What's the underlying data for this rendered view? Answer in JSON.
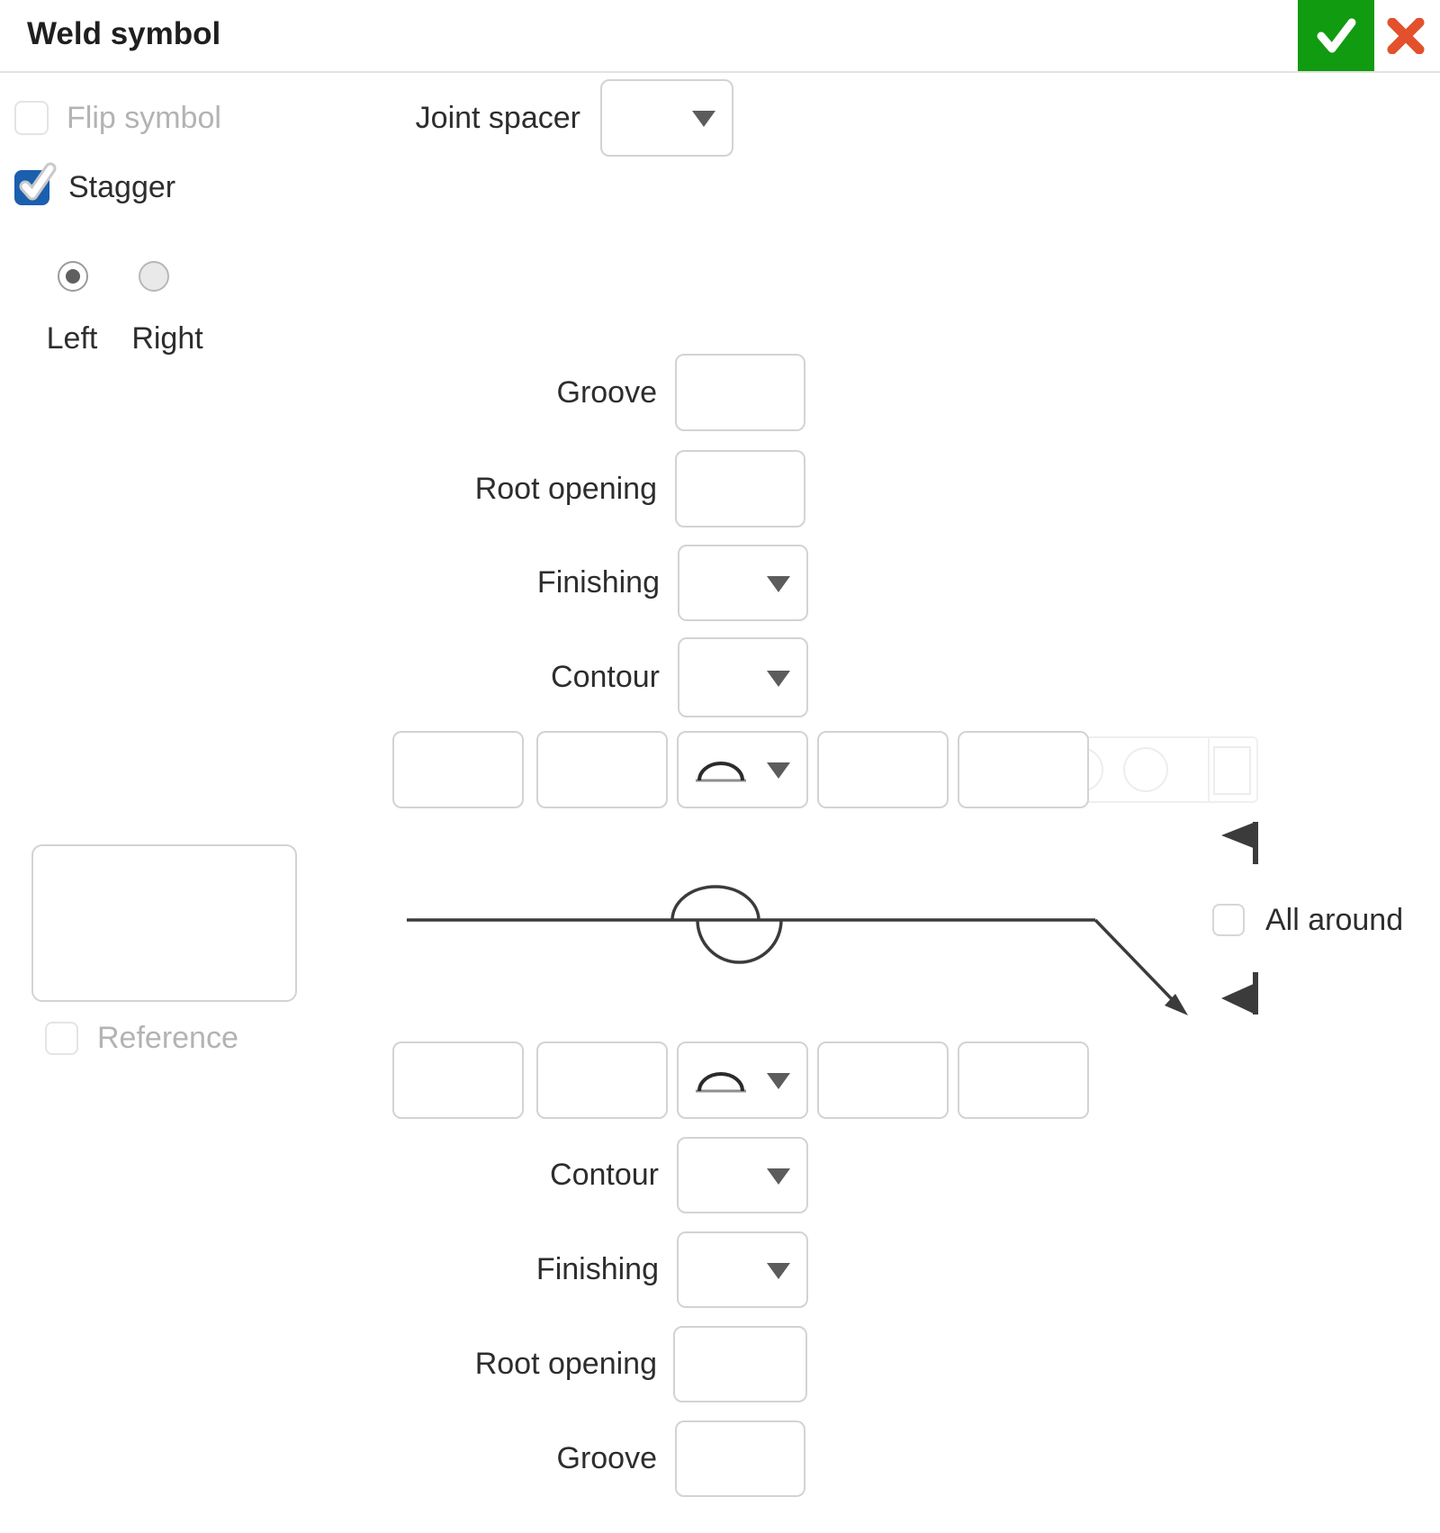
{
  "header": {
    "title": "Weld symbol",
    "confirm_icon": "check-icon",
    "close_icon": "close-icon",
    "confirm_color": "#119b11",
    "close_color": "#e2512b"
  },
  "options": {
    "flip_symbol": {
      "label": "Flip symbol",
      "checked": false,
      "disabled": true
    },
    "joint_spacer": {
      "label": "Joint spacer",
      "value": ""
    },
    "stagger": {
      "label": "Stagger",
      "checked": true,
      "accent": "#1b5faf"
    },
    "side": {
      "options": [
        {
          "label": "Left",
          "selected": true
        },
        {
          "label": "Right",
          "selected": false
        }
      ]
    }
  },
  "upper_fields": [
    {
      "label": "Groove",
      "type": "input",
      "value": ""
    },
    {
      "label": "Root opening",
      "type": "input",
      "value": ""
    },
    {
      "label": "Finishing",
      "type": "select",
      "value": ""
    },
    {
      "label": "Contour",
      "type": "select",
      "value": ""
    }
  ],
  "upper_symbol_row": {
    "values": [
      "",
      "",
      "",
      "",
      ""
    ],
    "selected_symbol": "dome-weld-symbol"
  },
  "drawing": {
    "all_around": {
      "label": "All around",
      "checked": false
    },
    "field_weld_flags": [
      "top",
      "bottom"
    ]
  },
  "reference": {
    "label": "Reference",
    "checked": false,
    "value": ""
  },
  "lower_symbol_row": {
    "values": [
      "",
      "",
      "",
      "",
      ""
    ],
    "selected_symbol": "dome-weld-symbol"
  },
  "lower_fields": [
    {
      "label": "Contour",
      "type": "select",
      "value": ""
    },
    {
      "label": "Finishing",
      "type": "select",
      "value": ""
    },
    {
      "label": "Root opening",
      "type": "input",
      "value": ""
    },
    {
      "label": "Groove",
      "type": "input",
      "value": ""
    }
  ]
}
